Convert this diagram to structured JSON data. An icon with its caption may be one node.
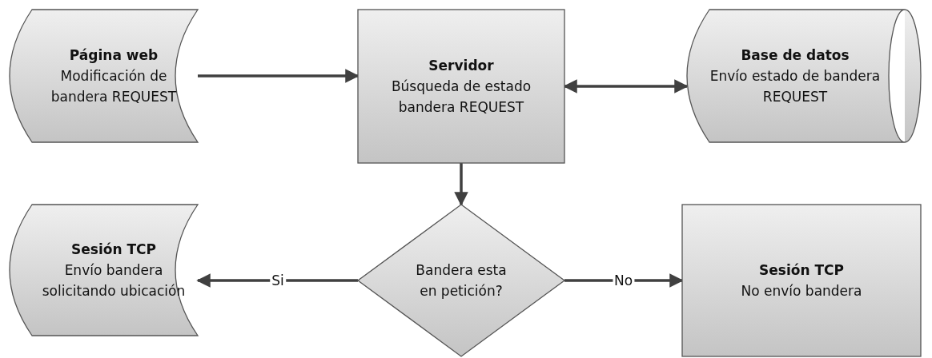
{
  "diagram": {
    "nodes": [
      {
        "text": [
          "Página web",
          "Modificación de bandera REQUEST"
        ]
      },
      {
        "text": [
          "Servidor",
          "Búsqueda de estado bandera REQUEST"
        ]
      },
      {
        "text": [
          "Base de datos",
          "Envío estado de bandera REQUEST"
        ]
      },
      {
        "text": [
          "Bandera esta en petición?"
        ]
      },
      {
        "text": [
          "Sesión TCP",
          "Envío bandera solicitando ubicación"
        ]
      },
      {
        "text": [
          "Sesión TCP",
          "No envío bandera"
        ]
      }
    ],
    "edges": [
      {
        "from": 0,
        "to": 1,
        "arrow": "to"
      },
      {
        "from": 1,
        "to": 2,
        "arrow": "both"
      },
      {
        "from": 1,
        "to": 3,
        "arrow": "to"
      },
      {
        "from": 3,
        "to": 4,
        "label": "Si",
        "arrow": "to"
      },
      {
        "from": 3,
        "to": 5,
        "label": "No",
        "arrow": "to"
      }
    ]
  }
}
